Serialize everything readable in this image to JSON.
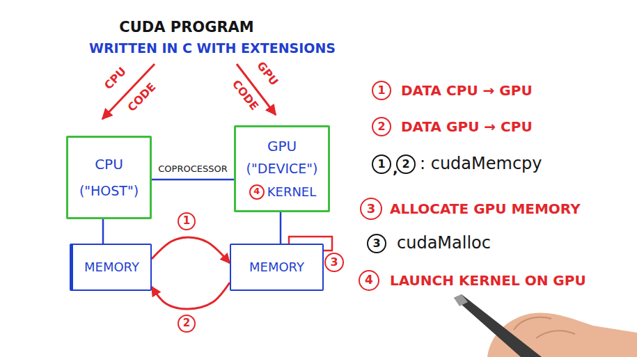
{
  "diagram": {
    "title": "CUDA PROGRAM",
    "nodes": [
      {
        "text": [
          "CPU",
          "(\"HOST\")"
        ]
      },
      {
        "text": [
          "GPU",
          "(\"DEVICE\")",
          "KERNEL"
        ]
      },
      {
        "text": [
          "4"
        ],
        "in": 1
      },
      {
        "text": [
          "MEMORY"
        ]
      },
      {
        "text": [
          "MEMORY"
        ]
      },
      {
        "text": [
          "3"
        ]
      },
      {
        "text": [
          "1"
        ]
      },
      {
        "text": [
          "2"
        ]
      },
      {
        "text": [
          "1"
        ]
      },
      {
        "text": [
          "2"
        ]
      },
      {
        "text": [
          "3"
        ]
      },
      {
        "text": [
          "3"
        ]
      },
      {
        "text": [
          "4"
        ]
      }
    ],
    "edges": [
      {
        "from": 0,
        "to": 1,
        "label": "COPROCESSOR",
        "arrow": "none"
      },
      {
        "from": 0,
        "to": 3,
        "arrow": "none"
      },
      {
        "from": 1,
        "to": 4,
        "arrow": "none"
      },
      {
        "from": 3,
        "to": 4,
        "label": "1",
        "arrow": "to"
      },
      {
        "from": 4,
        "to": 3,
        "label": "2",
        "arrow": "to"
      }
    ],
    "labels": [
      "WRITTEN IN C WITH EXTENSIONS",
      "CPU",
      "CODE",
      "GPU",
      "CODE",
      "DATA CPU → GPU",
      "DATA GPU → CPU",
      ",",
      ": cudaMemcpy",
      "ALLOCATE GPU MEMORY",
      "cudaMalloc",
      "LAUNCH KERNEL ON GPU"
    ]
  }
}
